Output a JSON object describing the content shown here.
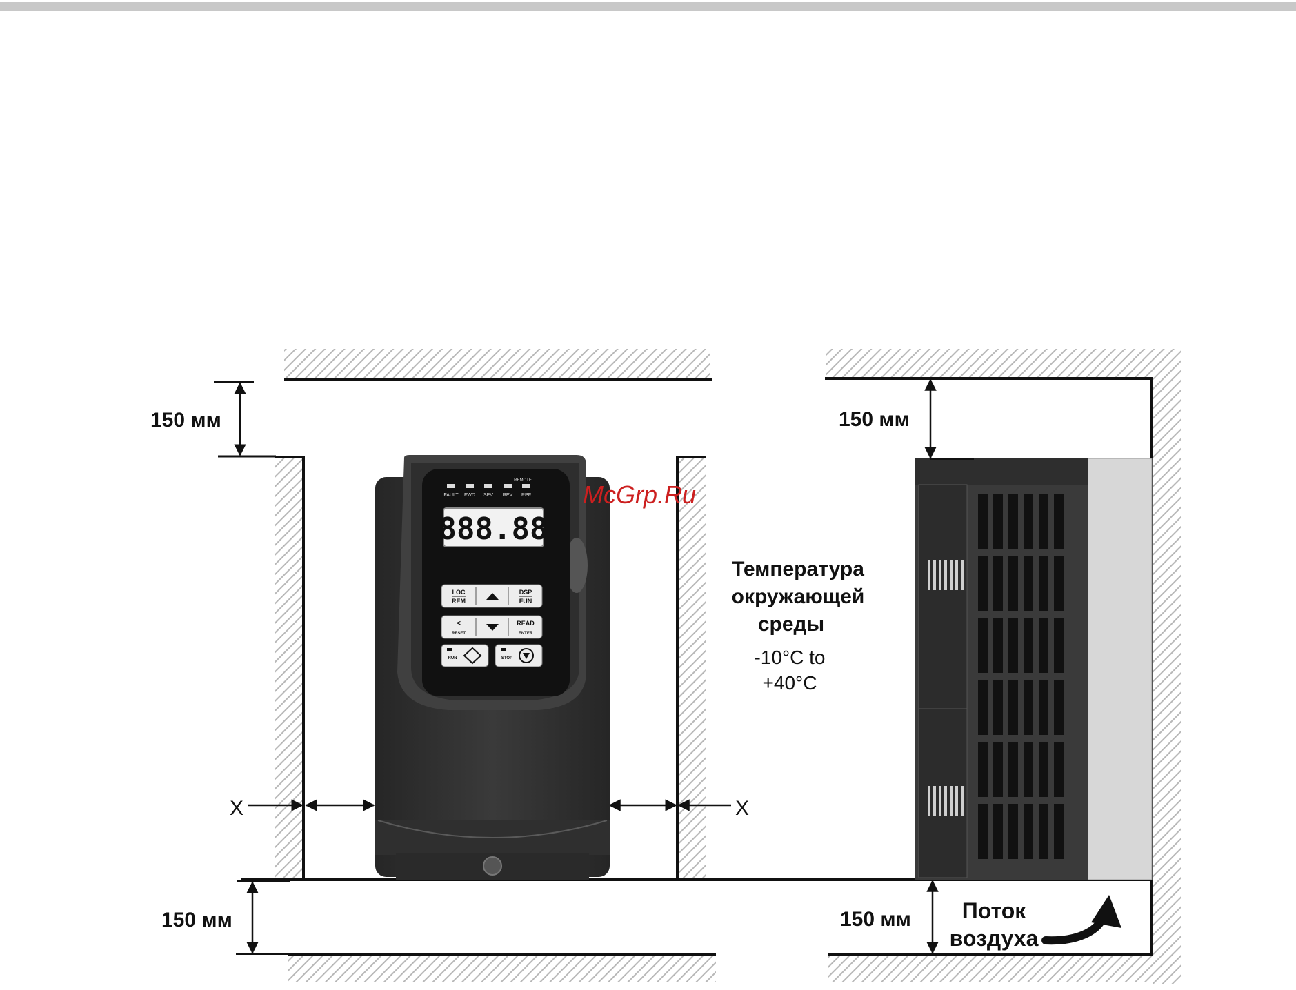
{
  "labels": {
    "top_left": "150 мм",
    "top_right": "150 мм",
    "bottom_left": "150 мм",
    "bottom_right": "150 мм",
    "x_left": "X",
    "x_right": "X",
    "temp_line1": "Температура",
    "temp_line2": "окружающей",
    "temp_line3": "среды",
    "temp_range1": "-10°C to",
    "temp_range2": "+40°C",
    "airflow_line1": "Поток",
    "airflow_line2": "воздуха"
  },
  "watermark": "McGrp.Ru",
  "keypad": {
    "display": "888.88",
    "leds": [
      "FAULT",
      "FWD",
      "SPV",
      "REV",
      "RPF"
    ],
    "remote": "REMOTE",
    "btn_loc_top": "LOC",
    "btn_loc_bottom": "REM",
    "btn_dsp_top": "DSP",
    "btn_dsp_bottom": "FUN",
    "btn_shift_top": "<",
    "btn_shift_bottom": "RESET",
    "btn_read_top": "READ",
    "btn_read_bottom": "ENTER",
    "btn_run": "RUN",
    "btn_stop": "STOP"
  },
  "colors": {
    "hatch": "#b8b8b8",
    "device_dark": "#2b2b2b",
    "panel_black": "#111111",
    "watermark": "#cc1f1f"
  }
}
